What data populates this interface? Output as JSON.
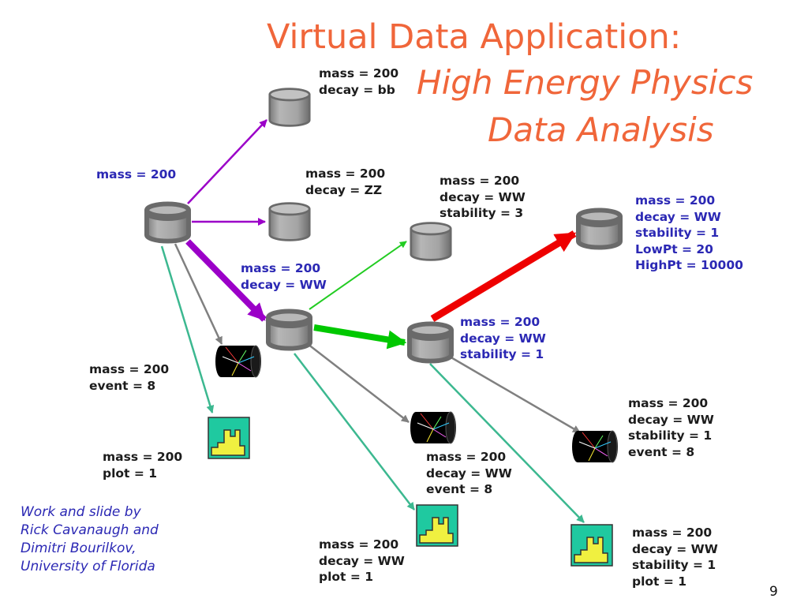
{
  "title": {
    "line1": "Virtual Data Application:",
    "line2": "High Energy Physics",
    "line3": "Data Analysis"
  },
  "labels": {
    "root": "mass = 200",
    "bb": "mass = 200\ndecay = bb",
    "zz": "mass = 200\ndecay = ZZ",
    "ww": "mass = 200\ndecay = WW",
    "ww_stab3": "mass = 200\ndecay = WW\nstability = 3",
    "ww_stab1": "mass = 200\ndecay = WW\nstability = 1",
    "ww_cuts": "mass = 200\ndecay = WW\nstability = 1\nLowPt = 20\nHighPt = 10000",
    "event8": "mass = 200\nevent = 8",
    "plot1": "mass = 200\nplot = 1",
    "ww_event8": "mass = 200\ndecay = WW\nevent = 8",
    "ww_plot1": "mass = 200\ndecay = WW\nplot = 1",
    "ww_stab1_event8": "mass = 200\ndecay = WW\nstability = 1\nevent = 8",
    "ww_stab1_plot1": "mass = 200\ndecay = WW\nstability = 1\nplot = 1"
  },
  "credit": "Work and slide by\nRick Cavanaugh and\nDimitri Bourilkov,\nUniversity of Florida",
  "page_number": "9",
  "colors": {
    "title": "#f0663a",
    "highlight_text": "#2b28b4",
    "purple_edge": "#9b00c8",
    "green_edge": "#22cc22",
    "bright_green_edge": "#00c800",
    "red_edge": "#ee0000",
    "gray_edge": "#808080",
    "teal_edge": "#3cb890",
    "cylinder": "#a8a8a8",
    "plot_bg": "#1fc9a0",
    "plot_fill": "#f0f040"
  }
}
